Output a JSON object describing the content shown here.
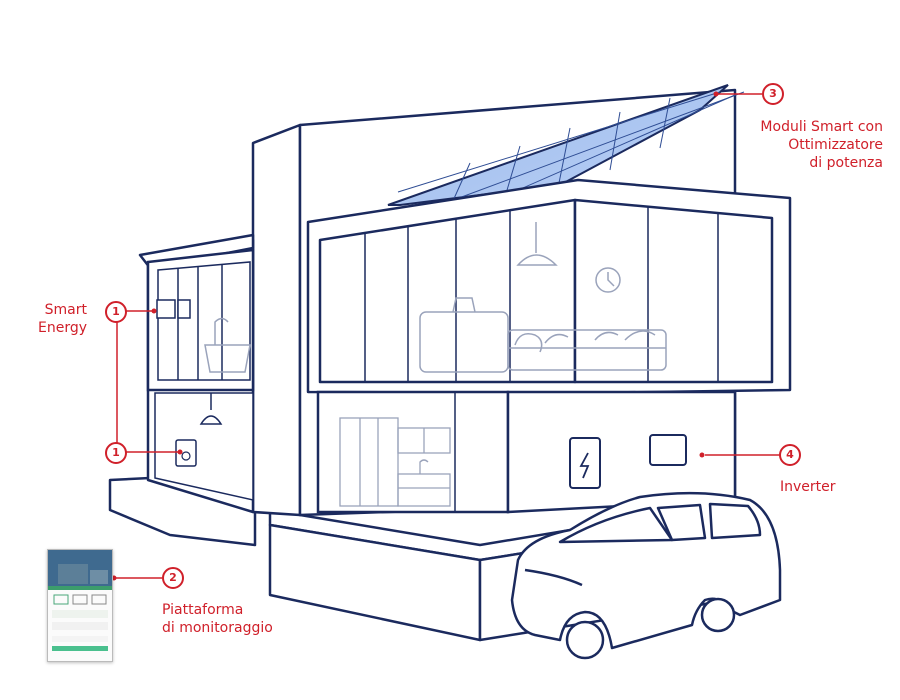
{
  "labels": {
    "modules": "Moduli Smart con\nOttimizzatore\ndi potenza",
    "smart_energy": "Smart\nEnergy",
    "inverter": "Inverter",
    "platform": "Piattaforma\ndi monitoraggio"
  },
  "badges": {
    "one_top": "1",
    "one_bottom": "1",
    "two": "2",
    "three": "3",
    "four": "4"
  },
  "colors": {
    "accent": "#d0202a",
    "outline": "#1b2a5e",
    "panel": "#a9c4ef",
    "interior": "#9aa3bb"
  }
}
